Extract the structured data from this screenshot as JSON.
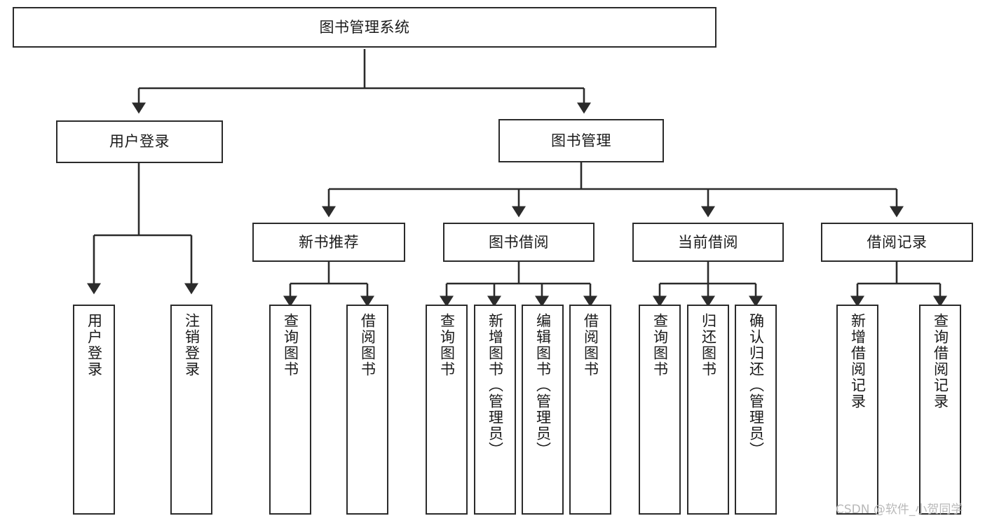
{
  "diagram": {
    "title": "图书管理系统",
    "type": "tree",
    "watermark": "CSDN @软件_小贺同学",
    "colors": {
      "stroke": "#2b2b2b",
      "fill": "#ffffff",
      "text": "#1a1a1a",
      "watermark": "#b9b9b9"
    },
    "nodes": {
      "root": {
        "label": "图书管理系统"
      },
      "level1": [
        {
          "label": "用户登录"
        },
        {
          "label": "图书管理"
        }
      ],
      "level2": [
        {
          "label": "新书推荐"
        },
        {
          "label": "图书借阅"
        },
        {
          "label": "当前借阅"
        },
        {
          "label": "借阅记录"
        }
      ],
      "leaves_user_login": [
        {
          "label": "用户登录"
        },
        {
          "label": "注销登录"
        }
      ],
      "leaves_new_books": [
        {
          "label": "查询图书"
        },
        {
          "label": "借阅图书"
        }
      ],
      "leaves_borrow": [
        {
          "label": "查询图书"
        },
        {
          "label": "新增图书（管理员）"
        },
        {
          "label": "编辑图书（管理员）"
        },
        {
          "label": "借阅图书"
        }
      ],
      "leaves_current": [
        {
          "label": "查询图书"
        },
        {
          "label": "归还图书"
        },
        {
          "label": "确认归还（管理员）"
        }
      ],
      "leaves_records": [
        {
          "label": "新增借阅记录"
        },
        {
          "label": "查询借阅记录"
        }
      ]
    }
  }
}
